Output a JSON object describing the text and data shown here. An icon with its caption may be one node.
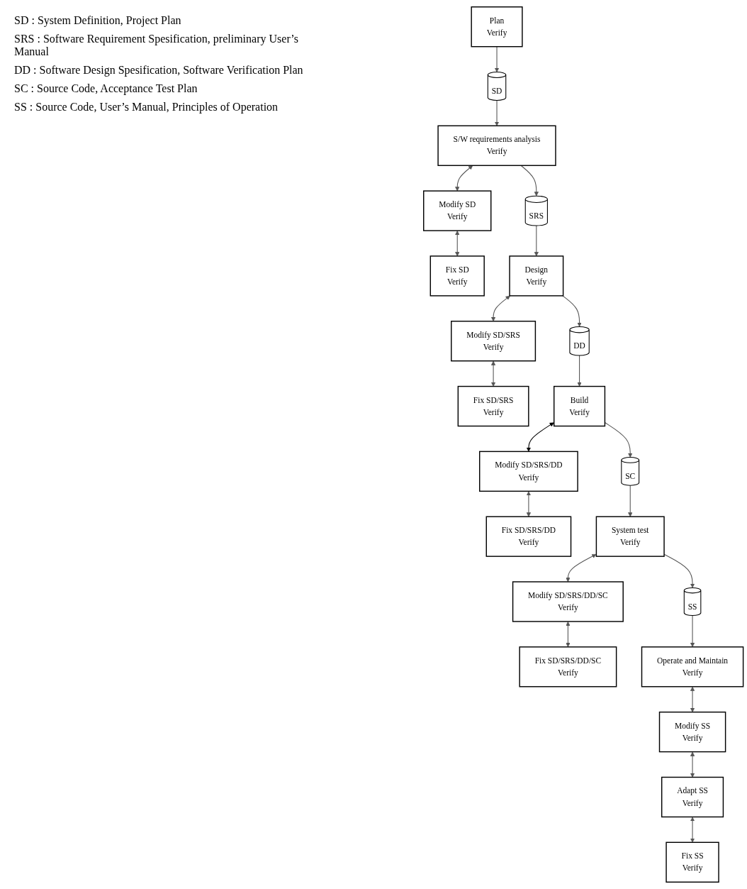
{
  "diagram": {
    "nodes": [
      {
        "text": [
          "Plan",
          "Verify"
        ]
      },
      {
        "text": [
          "SD"
        ]
      },
      {
        "text": [
          "S/W requirements analysis",
          "Verify"
        ]
      },
      {
        "text": [
          "Modify SD",
          "Verify"
        ]
      },
      {
        "text": [
          "Fix SD",
          "Verify"
        ]
      },
      {
        "text": [
          "SRS"
        ]
      },
      {
        "text": [
          "Design",
          "Verify"
        ]
      },
      {
        "text": [
          "Modify SD/SRS",
          "Verify"
        ]
      },
      {
        "text": [
          "Fix SD/SRS",
          "Verify"
        ]
      },
      {
        "text": [
          "DD"
        ]
      },
      {
        "text": [
          "Build",
          "Verify"
        ]
      },
      {
        "text": [
          "Modify SD/SRS/DD",
          "Verify"
        ]
      },
      {
        "text": [
          "Fix SD/SRS/DD",
          "Verify"
        ]
      },
      {
        "text": [
          "SC"
        ]
      },
      {
        "text": [
          "System test",
          "Verify"
        ]
      },
      {
        "text": [
          "Modify SD/SRS/DD/SC",
          "Verify"
        ]
      },
      {
        "text": [
          "Fix SD/SRS/DD/SC",
          "Verify"
        ]
      },
      {
        "text": [
          "SS"
        ]
      },
      {
        "text": [
          "Operate and Maintain",
          "Verify"
        ]
      },
      {
        "text": [
          "Modify SS",
          "Verify"
        ]
      },
      {
        "text": [
          "Adapt SS",
          "Verify"
        ]
      },
      {
        "text": [
          "Fix SS",
          "Verify"
        ]
      }
    ],
    "edges": [
      {
        "from": 0,
        "to": 1,
        "arrow": "to"
      },
      {
        "from": 1,
        "to": 2,
        "arrow": "to"
      },
      {
        "from": 2,
        "to": 3,
        "arrow": "both"
      },
      {
        "from": 3,
        "to": 4,
        "arrow": "both"
      },
      {
        "from": 2,
        "to": 5,
        "arrow": "to"
      },
      {
        "from": 5,
        "to": 6,
        "arrow": "to"
      },
      {
        "from": 6,
        "to": 7,
        "arrow": "both"
      },
      {
        "from": 7,
        "to": 8,
        "arrow": "both"
      },
      {
        "from": 6,
        "to": 9,
        "arrow": "to"
      },
      {
        "from": 9,
        "to": 10,
        "arrow": "to"
      },
      {
        "from": 10,
        "to": 11,
        "arrow": "both",
        "color": "#000000"
      },
      {
        "from": 11,
        "to": 12,
        "arrow": "both"
      },
      {
        "from": 10,
        "to": 13,
        "arrow": "to"
      },
      {
        "from": 13,
        "to": 14,
        "arrow": "to"
      },
      {
        "from": 14,
        "to": 15,
        "arrow": "both"
      },
      {
        "from": 15,
        "to": 16,
        "arrow": "both"
      },
      {
        "from": 14,
        "to": 17,
        "arrow": "to"
      },
      {
        "from": 17,
        "to": 18,
        "arrow": "to"
      },
      {
        "from": 18,
        "to": 19,
        "arrow": "both"
      },
      {
        "from": 19,
        "to": 20,
        "arrow": "both"
      },
      {
        "from": 20,
        "to": 21,
        "arrow": "both"
      }
    ],
    "labels": [
      "SD : System Definition, Project Plan",
      "SRS : Software Requirement Spesification, preliminary User’s Manual",
      "DD : Software Design Spesification, Software Verification Plan",
      "SC : Source Code, Acceptance Test Plan",
      "SS : Source Code, User’s Manual, Principles of Operation"
    ]
  }
}
